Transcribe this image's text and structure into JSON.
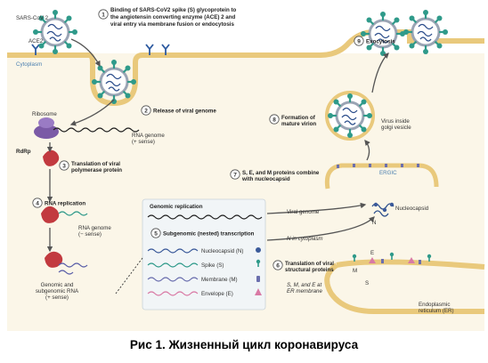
{
  "labels": {
    "sars": "SARS-CoV 2",
    "ace2": "ACE2",
    "cytoplasm": "Cytoplasm",
    "ribosome": "Ribosome",
    "rna_genome_1": "RNA genome",
    "rna_genome_1b": "(+ sense)",
    "rdrp": "RdRp",
    "rna_genome_2": "RNA genome",
    "rna_genome_2b": "(− sense)",
    "genomic_sub_1": "Genomic and",
    "genomic_sub_2": "subgenomic RNA",
    "genomic_sub_3": "(+ sense)",
    "virus_golgi_1": "Virus inside",
    "virus_golgi_2": "golgi vesicle",
    "ergic": "ERGIC",
    "nucleocapsid": "Nucleocapsid",
    "n_mark": "N",
    "viral_genome": "Viral genome",
    "n_in_cyto": "N in cytoplasm",
    "smeer_1": "S, M, and E at",
    "smeer_2": "ER membrane",
    "m_mark": "M",
    "e_mark": "E",
    "s_mark": "S",
    "er_1": "Endoplasmic",
    "er_2": "reticulum (ER)"
  },
  "steps": [
    {
      "num": "1",
      "lines": [
        "Binding of SARS-CoV2 spike (S) glycoprotein to",
        "the angiotensin converting enzyme (ACE) 2 and",
        "viral entry via membrane fusion or endocytosis"
      ]
    },
    {
      "num": "2",
      "lines": [
        "Release of viral genome"
      ]
    },
    {
      "num": "3",
      "lines": [
        "Translation of viral",
        "polymerase protein"
      ]
    },
    {
      "num": "4",
      "lines": [
        "RNA replication"
      ]
    },
    {
      "num": "5",
      "lines": [
        "Subgenomic (nested) transcription"
      ]
    },
    {
      "num": "6",
      "lines": [
        "Translation of viral",
        "structural proteins"
      ]
    },
    {
      "num": "7",
      "lines": [
        "S, E, and M proteins combine",
        "with nucleocapsid"
      ]
    },
    {
      "num": "8",
      "lines": [
        "Formation of",
        "mature virion"
      ]
    },
    {
      "num": "9",
      "lines": [
        "Exocytosis"
      ]
    }
  ],
  "panel": {
    "genomic_title": "Genomic replication",
    "legend": [
      {
        "label": "Nucleocapsid (N)",
        "icon": "nucleocapsid-icon",
        "color": "#3b5a9a"
      },
      {
        "label": "Spike (S)",
        "icon": "spike-icon",
        "color": "#2f9a8a"
      },
      {
        "label": "Membrane (M)",
        "icon": "membrane-icon",
        "color": "#6b6fae"
      },
      {
        "label": "Envelope (E)",
        "icon": "envelope-icon",
        "color": "#d97aa5"
      }
    ]
  },
  "caption": "Рис 1. Жизненный цикл коронавируса",
  "colors": {
    "membrane": "#e9c97c",
    "cytoplasm": "#fbf6e8",
    "spike": "#2f9a8a",
    "red_protein": "#c23a3f",
    "ribosome": "#7b5aa6"
  }
}
